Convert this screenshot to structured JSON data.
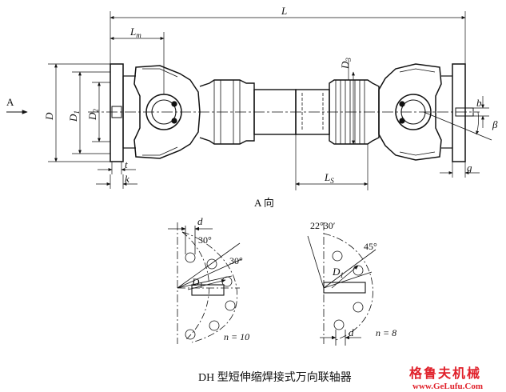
{
  "caption": "DH 型短伸缩焊接式万向联轴器",
  "view_label": "A 向",
  "arrow_label": "A",
  "dims": {
    "L": "L",
    "Lm": "L",
    "Lm_sub": "m",
    "Ls": "L",
    "Ls_sub": "S",
    "D": "D",
    "D1": "D",
    "D1_sub": "1",
    "D2": "D",
    "D2_sub": "2",
    "D3": "D",
    "D3_sub": "3",
    "t": "t",
    "k": "k",
    "b": "b",
    "g": "g",
    "beta": "β"
  },
  "left_flange": {
    "d": "d",
    "angle1": "30°",
    "angle2": "30°",
    "D1": "D",
    "D1_sub": "1",
    "n": "n = 10"
  },
  "right_flange": {
    "angle1": "22°30′",
    "angle2": "45°",
    "D1": "D",
    "D1_sub": "1",
    "d": "d",
    "n": "n = 8"
  },
  "watermark": {
    "cn": "格鲁夫机械",
    "url": "www.GeLufu.Com"
  },
  "colors": {
    "line": "#111111",
    "watermark": "#e0202a"
  }
}
